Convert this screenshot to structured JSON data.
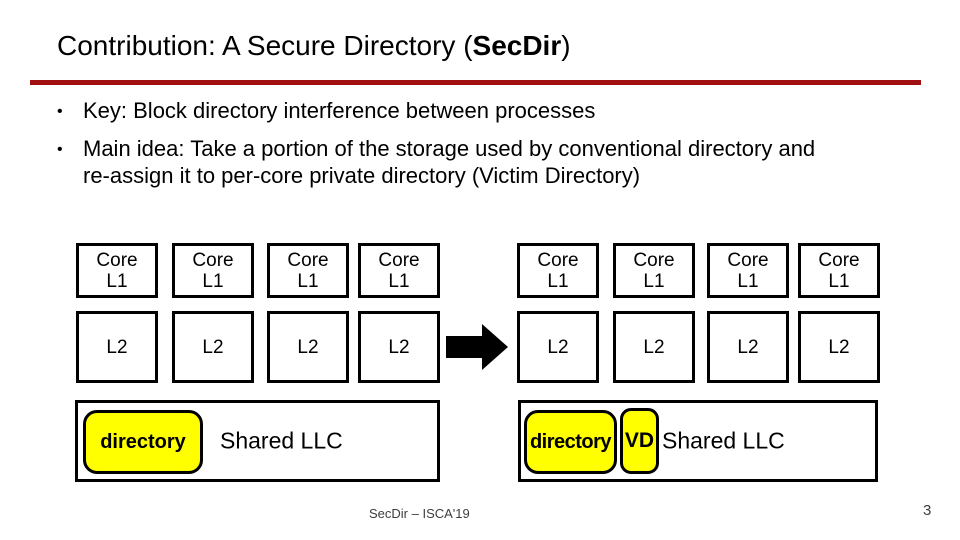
{
  "title": {
    "pre": "Contribution: A Secure Directory (",
    "highlight": "SecDir",
    "post": ")"
  },
  "bullets": {
    "marker": "•",
    "item1": "Key: Block directory interference between processes",
    "item2_line1": "Main idea: Take a portion of the storage used by conventional directory and",
    "item2_line2": "re-assign it to per-core private directory (Victim Directory)"
  },
  "diagram": {
    "core_label_line1": "Core",
    "core_label_line2": "L1",
    "l2_label": "L2",
    "left_llc": {
      "directory_label": "directory",
      "llc_label": "Shared LLC"
    },
    "right_llc": {
      "directory_label": "directory",
      "vd_label": "VD",
      "llc_label": "Shared LLC"
    }
  },
  "colors": {
    "accent_rule": "#A01010",
    "highlight_fill": "#FFFF00",
    "box_border": "#000000"
  },
  "footer": {
    "conference_label": "SecDir – ISCA'19",
    "page_number": "3"
  }
}
